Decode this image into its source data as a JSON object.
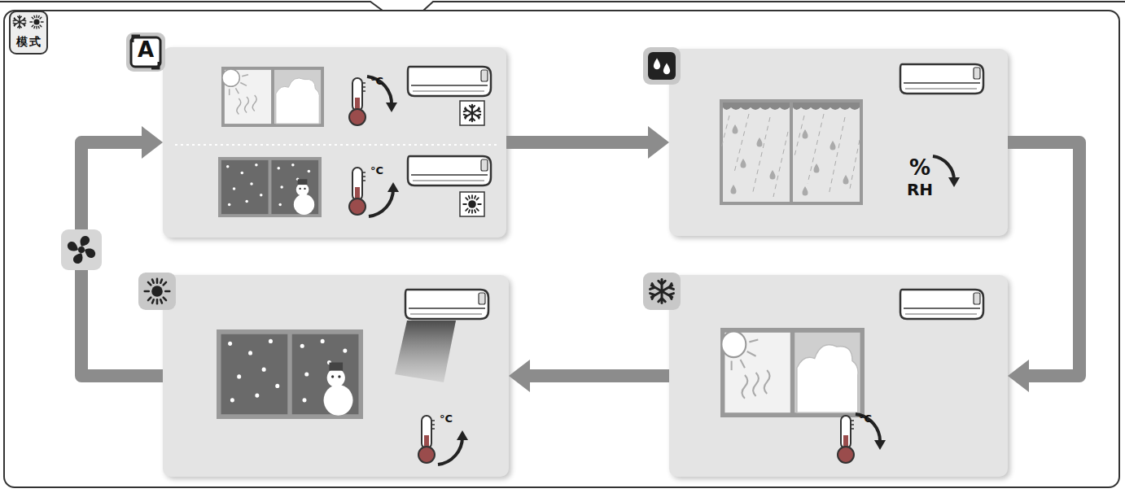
{
  "diagram": {
    "nodes": [
      {
        "text": [
          "模式"
        ]
      },
      {
        "text": [
          "A",
          "°C",
          "°C"
        ],
        "in": 0
      },
      {
        "text": [
          "%",
          "RH"
        ],
        "in": 0
      },
      {
        "text": [
          "°C"
        ],
        "in": 0
      },
      {
        "text": [
          "°C"
        ],
        "in": 0
      }
    ],
    "edges": [
      {
        "from": 1,
        "to": 2,
        "arrow": "to"
      },
      {
        "from": 2,
        "to": 4,
        "arrow": "to"
      },
      {
        "from": 4,
        "to": 3,
        "arrow": "to"
      },
      {
        "from": 3,
        "to": 1,
        "arrow": "to"
      }
    ]
  }
}
